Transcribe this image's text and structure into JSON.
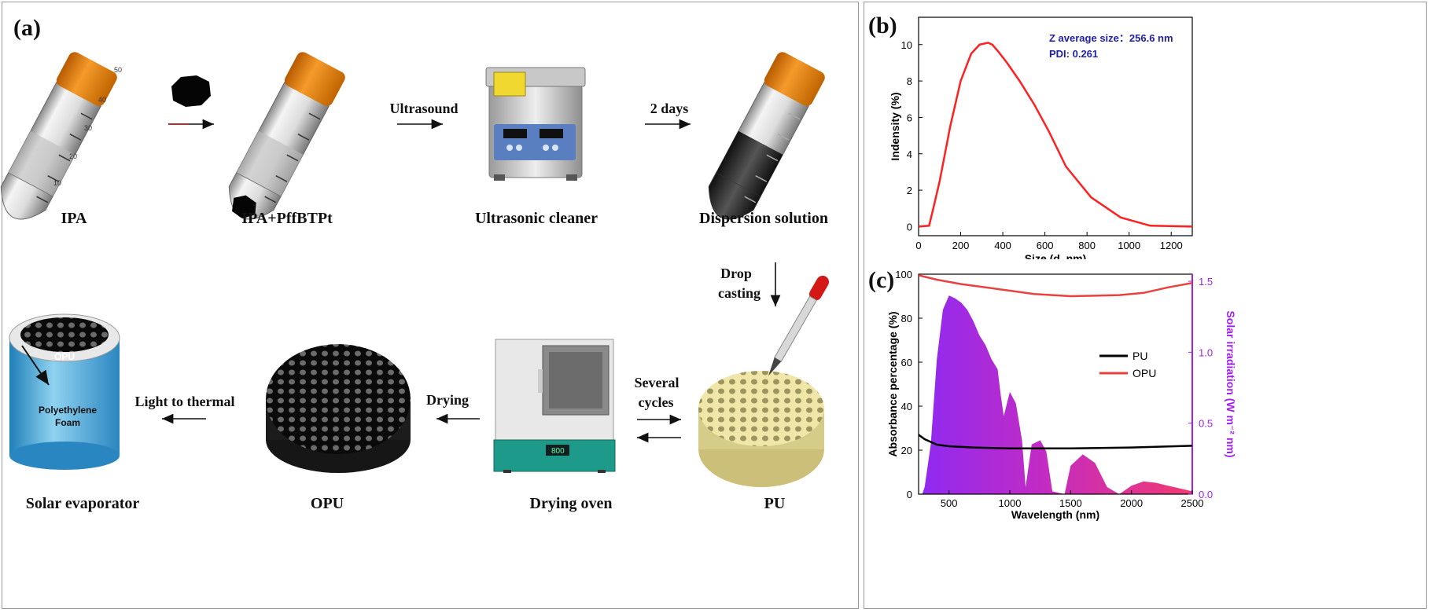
{
  "panel_a": {
    "label": "(a)",
    "stages": {
      "ipa": "IPA",
      "ipa_pffbtpt": "IPA+PffBTPt",
      "ultrasonic_cleaner": "Ultrasonic cleaner",
      "dispersion_solution": "Dispersion solution",
      "pu": "PU",
      "drying_oven": "Drying oven",
      "opu": "OPU",
      "solar_evaporator": "Solar evaporator"
    },
    "arrows": {
      "ultrasound": "Ultrasound",
      "two_days": "2 days",
      "drop_casting_1": "Drop",
      "drop_casting_2": "casting",
      "several_cycles_1": "Several",
      "several_cycles_2": "cycles",
      "drying": "Drying",
      "light_to_thermal": "Light to thermal"
    },
    "tube_ticks": [
      "50",
      "40",
      "30",
      "20",
      "10"
    ],
    "oven_display": "800",
    "evaporator": {
      "top_label": "OPU",
      "foam_label_1": "Polyethylene",
      "foam_label_2": "Foam"
    }
  },
  "panel_b": {
    "label": "(b)",
    "annotation_1": "Z average size：256.6 nm",
    "annotation_2": "PDI: 0.261",
    "colors": {
      "line": "#ff2020",
      "annotation": "#1f1fa8"
    }
  },
  "panel_c": {
    "label": "(c)",
    "colors": {
      "pu": "#000000",
      "opu": "#e8413f",
      "solar": "#a020f0"
    }
  },
  "chart_data": [
    {
      "type": "line",
      "xlabel": "Size (d. nm)",
      "ylabel": "Indensity (%)",
      "xlim": [
        0,
        1300
      ],
      "ylim": [
        -0.5,
        11.5
      ],
      "xticks": [
        0,
        200,
        400,
        600,
        800,
        1000,
        1200
      ],
      "yticks": [
        0,
        2,
        4,
        6,
        8,
        10
      ],
      "series": [
        {
          "x": [
            0,
            50,
            70,
            100,
            150,
            200,
            250,
            290,
            330,
            350,
            380,
            420,
            480,
            550,
            620,
            700,
            820,
            960,
            1100,
            1300
          ],
          "y": [
            0,
            0.05,
            1.0,
            2.5,
            5.5,
            8.0,
            9.5,
            10.0,
            10.1,
            10.0,
            9.6,
            9.0,
            8.0,
            6.7,
            5.2,
            3.3,
            1.6,
            0.5,
            0.05,
            0
          ]
        }
      ]
    },
    {
      "type": "line",
      "xlabel": "Wavelength (nm)",
      "ylabel": "Absorbance percentage (%)",
      "y2label": "Solar irradiation (W m⁻² nm)",
      "xlim": [
        250,
        2500
      ],
      "ylim": [
        0,
        100
      ],
      "y2lim": [
        0,
        1.55
      ],
      "xticks": [
        500,
        1000,
        1500,
        2000,
        2500
      ],
      "yticks": [
        0,
        20,
        40,
        60,
        80,
        100
      ],
      "y2ticks": [
        "0.0",
        "0.5",
        "1.0",
        "1.5"
      ],
      "legend": "center-right",
      "series": [
        {
          "name": "PU",
          "x": [
            250,
            300,
            400,
            500,
            700,
            1000,
            1500,
            2000,
            2500
          ],
          "y": [
            27,
            25,
            22.5,
            21.8,
            21.2,
            20.8,
            20.8,
            21.2,
            22.0
          ]
        },
        {
          "name": "OPU",
          "x": [
            250,
            400,
            600,
            800,
            1000,
            1200,
            1500,
            1700,
            1900,
            2100,
            2300,
            2500
          ],
          "y": [
            99.5,
            97.5,
            95.5,
            94.0,
            92.5,
            91.0,
            90.0,
            90.2,
            90.5,
            91.5,
            94.0,
            96.0
          ]
        },
        {
          "name": "Solar irradiation",
          "axis": "y2",
          "x": [
            280,
            300,
            350,
            400,
            450,
            500,
            550,
            600,
            650,
            700,
            750,
            800,
            850,
            900,
            925,
            950,
            1000,
            1050,
            1100,
            1130,
            1180,
            1250,
            1300,
            1350,
            1450,
            1500,
            1600,
            1700,
            1800,
            1900,
            2000,
            2100,
            2200,
            2300,
            2400,
            2500
          ],
          "y": [
            0.0,
            0.05,
            0.35,
            0.95,
            1.3,
            1.4,
            1.38,
            1.35,
            1.3,
            1.22,
            1.12,
            1.05,
            0.95,
            0.88,
            0.7,
            0.55,
            0.72,
            0.64,
            0.38,
            0.05,
            0.35,
            0.38,
            0.3,
            0.02,
            0.0,
            0.2,
            0.28,
            0.22,
            0.05,
            0.0,
            0.06,
            0.09,
            0.08,
            0.06,
            0.04,
            0.02
          ]
        }
      ]
    }
  ]
}
